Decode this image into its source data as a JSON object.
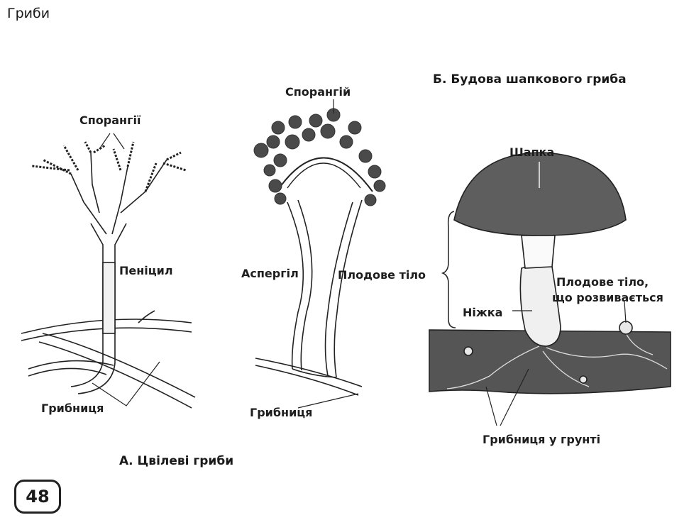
{
  "page": {
    "title": "Гриби",
    "page_number": "48"
  },
  "section_a": {
    "caption": "А. Цвілеві гриби",
    "penicillium": {
      "sporangia": "Спорангії",
      "name": "Пеніцил",
      "mycelium": "Грибниця"
    },
    "aspergillus": {
      "sporangium": "Спорангій",
      "name": "Аспергіл",
      "fruiting_body": "Плодове тіло",
      "mycelium": "Грибниця"
    }
  },
  "section_b": {
    "caption": "Б. Будова шапкового гриба",
    "cap": "Шапка",
    "stem": "Ніжка",
    "developing_body_line1": "Плодове тіло,",
    "developing_body_line2": "що розвивається",
    "soil_mycelium": "Грибниця у грунті"
  }
}
